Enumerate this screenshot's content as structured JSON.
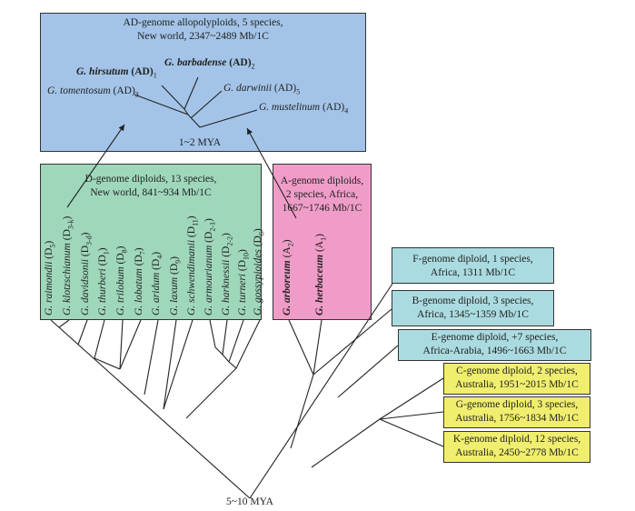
{
  "ad_box": {
    "title_line1": "AD-genome allopolyploids, 5 species,",
    "title_line2": "New world, 2347~2489 Mb/1C",
    "mya": "1~2 MYA",
    "species": [
      {
        "genus": "G. hirsutum",
        "genome": "(AD)",
        "sub": "1",
        "bold": true
      },
      {
        "genus": "G. barbadense",
        "genome": "(AD)",
        "sub": "2",
        "bold": true
      },
      {
        "genus": "G. tomentosum",
        "genome": "(AD)",
        "sub": "3",
        "bold": false
      },
      {
        "genus": "G. darwinii",
        "genome": "(AD)",
        "sub": "5",
        "bold": false
      },
      {
        "genus": "G. mustelinum",
        "genome": "(AD)",
        "sub": "4",
        "bold": false
      }
    ],
    "color": "#a3c4e8"
  },
  "d_box": {
    "title_line1": "D-genome diploids, 13 species,",
    "title_line2": "New world, 841~934 Mb/1C",
    "color": "#9fd7bb",
    "species": [
      {
        "name": "G. raimondii",
        "genome": "(D",
        "sub": "5",
        "close": ")"
      },
      {
        "name": "G. klotzschianum",
        "genome": "(D",
        "sub": "3-k",
        "close": ")"
      },
      {
        "name": "G. davidsonii",
        "genome": "(D",
        "sub": "3-d",
        "close": ")"
      },
      {
        "name": "G. thurberi",
        "genome": "(D",
        "sub": "1",
        "close": ")"
      },
      {
        "name": "G. trilobum",
        "genome": "(D",
        "sub": "8",
        "close": ")"
      },
      {
        "name": "G. lobatum",
        "genome": "(D",
        "sub": "7",
        "close": ")"
      },
      {
        "name": "G. aridum",
        "genome": "(D",
        "sub": "4",
        "close": ")"
      },
      {
        "name": "G. laxum",
        "genome": "(D",
        "sub": "9",
        "close": ")"
      },
      {
        "name": "G. schwendimanii",
        "genome": "(D",
        "sub": "11",
        "close": ")"
      },
      {
        "name": "G. armourianum",
        "genome": "(D",
        "sub": "2-1",
        "close": ")"
      },
      {
        "name": "G. harknessii",
        "genome": "(D",
        "sub": "2-2",
        "close": ")"
      },
      {
        "name": "G. turneri",
        "genome": "(D",
        "sub": "10",
        "close": ")"
      },
      {
        "name": "G. gossypioides",
        "genome": "(D",
        "sub": "6",
        "close": ")"
      }
    ]
  },
  "a_box": {
    "title_line1": "A-genome diploids,",
    "title_line2": "2 species, Africa,",
    "title_line3": "1667~1746 Mb/1C",
    "color": "#f09cc8",
    "species": [
      {
        "name": "G. arboreum",
        "genome": "(A",
        "sub": "2",
        "close": ")"
      },
      {
        "name": "G. herbaceum",
        "genome": "(A",
        "sub": "1",
        "close": ")"
      }
    ]
  },
  "small_boxes": [
    {
      "line1": "F-genome diploid, 1 species,",
      "line2": "Africa, 1311 Mb/1C",
      "color": "#aadbe0"
    },
    {
      "line1": "B-genome diploid, 3 species,",
      "line2": "Africa, 1345~1359 Mb/1C",
      "color": "#aadbe0"
    },
    {
      "line1": "E-genome diploid, +7 species,",
      "line2": "Africa-Arabia, 1496~1663 Mb/1C",
      "color": "#aadbe0"
    },
    {
      "line1": "C-genome diploid, 2 species,",
      "line2": "Australia, 1951~2015 Mb/1C",
      "color": "#f0ee6e"
    },
    {
      "line1": "G-genome diploid, 3 species,",
      "line2": "Australia, 1756~1834 Mb/1C",
      "color": "#f0ee6e"
    },
    {
      "line1": "K-genome diploid, 12 species,",
      "line2": "Australia, 2450~2778 Mb/1C",
      "color": "#f0ee6e"
    }
  ],
  "root_label": "5~10 MYA"
}
